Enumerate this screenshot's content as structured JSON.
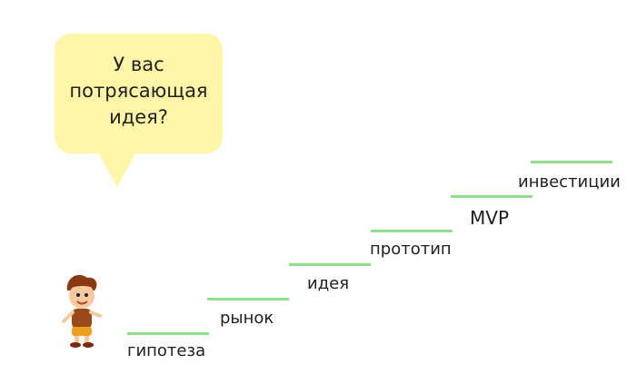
{
  "bubble": {
    "lines": [
      "У вас",
      "потрясающая",
      "идея?"
    ]
  },
  "steps": [
    "гипотеза",
    "рынок",
    "идея",
    "прототип",
    "MVP",
    "инвестиции"
  ],
  "colors": {
    "step_line": "#8fe08a",
    "bubble_bg": "#fff6a8",
    "boy_shirt": "#9b4a1c",
    "boy_shorts": "#f0a020"
  },
  "icons": {
    "character": "cartoon-boy-icon"
  }
}
